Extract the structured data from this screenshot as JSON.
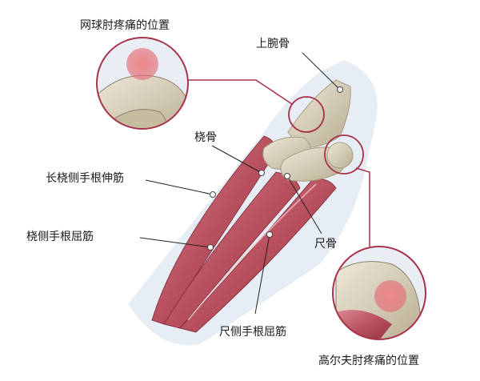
{
  "labels": {
    "tennis_elbow": "网球肘疼痛的位置",
    "humerus": "上腕骨",
    "radius": "桡骨",
    "ecrl": "长桡侧手根伸筋",
    "fcr": "桡侧手根屈筋",
    "ulna": "尺骨",
    "fcu": "尺侧手根屈筋",
    "golfer_elbow": "高尔夫肘疼痛的位置"
  },
  "colors": {
    "pain_ring": "#a8324a",
    "muscle": "#c2606e",
    "bone": "#d9d1bd",
    "skin": "#dde6f0"
  }
}
